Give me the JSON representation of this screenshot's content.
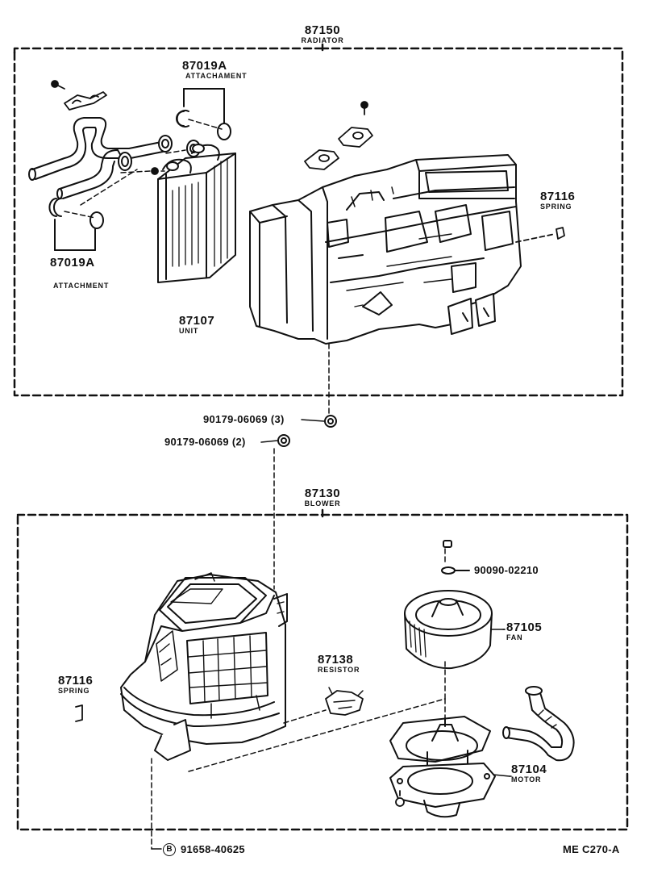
{
  "radiator_group": {
    "part_no": "87150",
    "name": "RADIATOR"
  },
  "blower_group": {
    "part_no": "87130",
    "name": "BLOWER"
  },
  "parts": {
    "attachment_top": {
      "part_no": "87019A",
      "name": "ATTACHAMENT"
    },
    "attachment_left": {
      "part_no": "87019A",
      "name": "ATTACHMENT"
    },
    "unit": {
      "part_no": "87107",
      "name": "UNIT"
    },
    "spring_top": {
      "part_no": "87116",
      "name": "SPRING"
    },
    "spring_bottom": {
      "part_no": "87116",
      "name": "SPRING"
    },
    "resistor": {
      "part_no": "87138",
      "name": "RESISTOR"
    },
    "fan": {
      "part_no": "87105",
      "name": "FAN"
    },
    "motor": {
      "part_no": "87104",
      "name": "MOTOR"
    }
  },
  "fasteners": {
    "screw_3": "90179-06069 (3)",
    "screw_2": "90179-06069 (2)",
    "washer": "90090-02210",
    "bolt": "91658-40625",
    "bolt_marker": "B"
  },
  "diagram_code": "ME C270-A",
  "colors": {
    "ink": "#111111",
    "paper": "#ffffff"
  }
}
